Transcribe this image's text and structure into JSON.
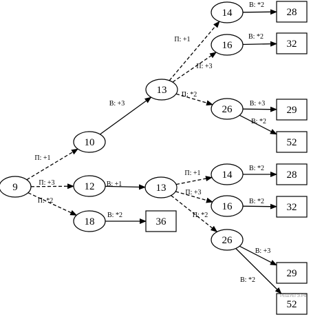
{
  "nodes": [
    {
      "id": "n9",
      "label": "9",
      "shape": "ellipse"
    },
    {
      "id": "n10",
      "label": "10",
      "shape": "ellipse"
    },
    {
      "id": "n12",
      "label": "12",
      "shape": "ellipse"
    },
    {
      "id": "n18",
      "label": "18",
      "shape": "ellipse"
    },
    {
      "id": "n36",
      "label": "36",
      "shape": "box"
    },
    {
      "id": "n13a",
      "label": "13",
      "shape": "ellipse"
    },
    {
      "id": "n14a",
      "label": "14",
      "shape": "ellipse"
    },
    {
      "id": "n28a",
      "label": "28",
      "shape": "box"
    },
    {
      "id": "n16a",
      "label": "16",
      "shape": "ellipse"
    },
    {
      "id": "n32a",
      "label": "32",
      "shape": "box"
    },
    {
      "id": "n26a",
      "label": "26",
      "shape": "ellipse"
    },
    {
      "id": "n29a",
      "label": "29",
      "shape": "box"
    },
    {
      "id": "n52a",
      "label": "52",
      "shape": "box"
    },
    {
      "id": "n13b",
      "label": "13",
      "shape": "ellipse"
    },
    {
      "id": "n14b",
      "label": "14",
      "shape": "ellipse"
    },
    {
      "id": "n28b",
      "label": "28",
      "shape": "box"
    },
    {
      "id": "n16b",
      "label": "16",
      "shape": "ellipse"
    },
    {
      "id": "n32b",
      "label": "32",
      "shape": "box"
    },
    {
      "id": "n26b",
      "label": "26",
      "shape": "ellipse"
    },
    {
      "id": "n29b",
      "label": "29",
      "shape": "box"
    },
    {
      "id": "n52b",
      "label": "52",
      "shape": "box"
    }
  ],
  "edges": [
    {
      "from": "n9",
      "to": "n10",
      "label": "П: +1",
      "style": "dashed"
    },
    {
      "from": "n9",
      "to": "n12",
      "label": "П: +3",
      "style": "dashed"
    },
    {
      "from": "n9",
      "to": "n18",
      "label": "П: *2",
      "style": "dashed"
    },
    {
      "from": "n10",
      "to": "n13a",
      "label": "В: +3",
      "style": "solid"
    },
    {
      "from": "n12",
      "to": "n13b",
      "label": "В: +1",
      "style": "solid"
    },
    {
      "from": "n18",
      "to": "n36",
      "label": "В: *2",
      "style": "solid"
    },
    {
      "from": "n13a",
      "to": "n14a",
      "label": "П: +1",
      "style": "dashed"
    },
    {
      "from": "n13a",
      "to": "n16a",
      "label": "П: +3",
      "style": "dashed"
    },
    {
      "from": "n13a",
      "to": "n26a",
      "label": "П: *2",
      "style": "dashed"
    },
    {
      "from": "n14a",
      "to": "n28a",
      "label": "В: *2",
      "style": "solid"
    },
    {
      "from": "n16a",
      "to": "n32a",
      "label": "В: *2",
      "style": "solid"
    },
    {
      "from": "n26a",
      "to": "n29a",
      "label": "В: +3",
      "style": "solid"
    },
    {
      "from": "n26a",
      "to": "n52a",
      "label": "В: *2",
      "style": "solid"
    },
    {
      "from": "n13b",
      "to": "n14b",
      "label": "П: +1",
      "style": "dashed"
    },
    {
      "from": "n13b",
      "to": "n16b",
      "label": "П: +3",
      "style": "dashed"
    },
    {
      "from": "n13b",
      "to": "n26b",
      "label": "П: *2",
      "style": "dashed"
    },
    {
      "from": "n14b",
      "to": "n28b",
      "label": "В: *2",
      "style": "solid"
    },
    {
      "from": "n16b",
      "to": "n32b",
      "label": "В: *2",
      "style": "solid"
    },
    {
      "from": "n26b",
      "to": "n29b",
      "label": "В: +3",
      "style": "solid"
    },
    {
      "from": "n26b",
      "to": "n52b",
      "label": "В: *2",
      "style": "solid"
    }
  ],
  "watermark": "РЕШУЕГЭ.РФ"
}
